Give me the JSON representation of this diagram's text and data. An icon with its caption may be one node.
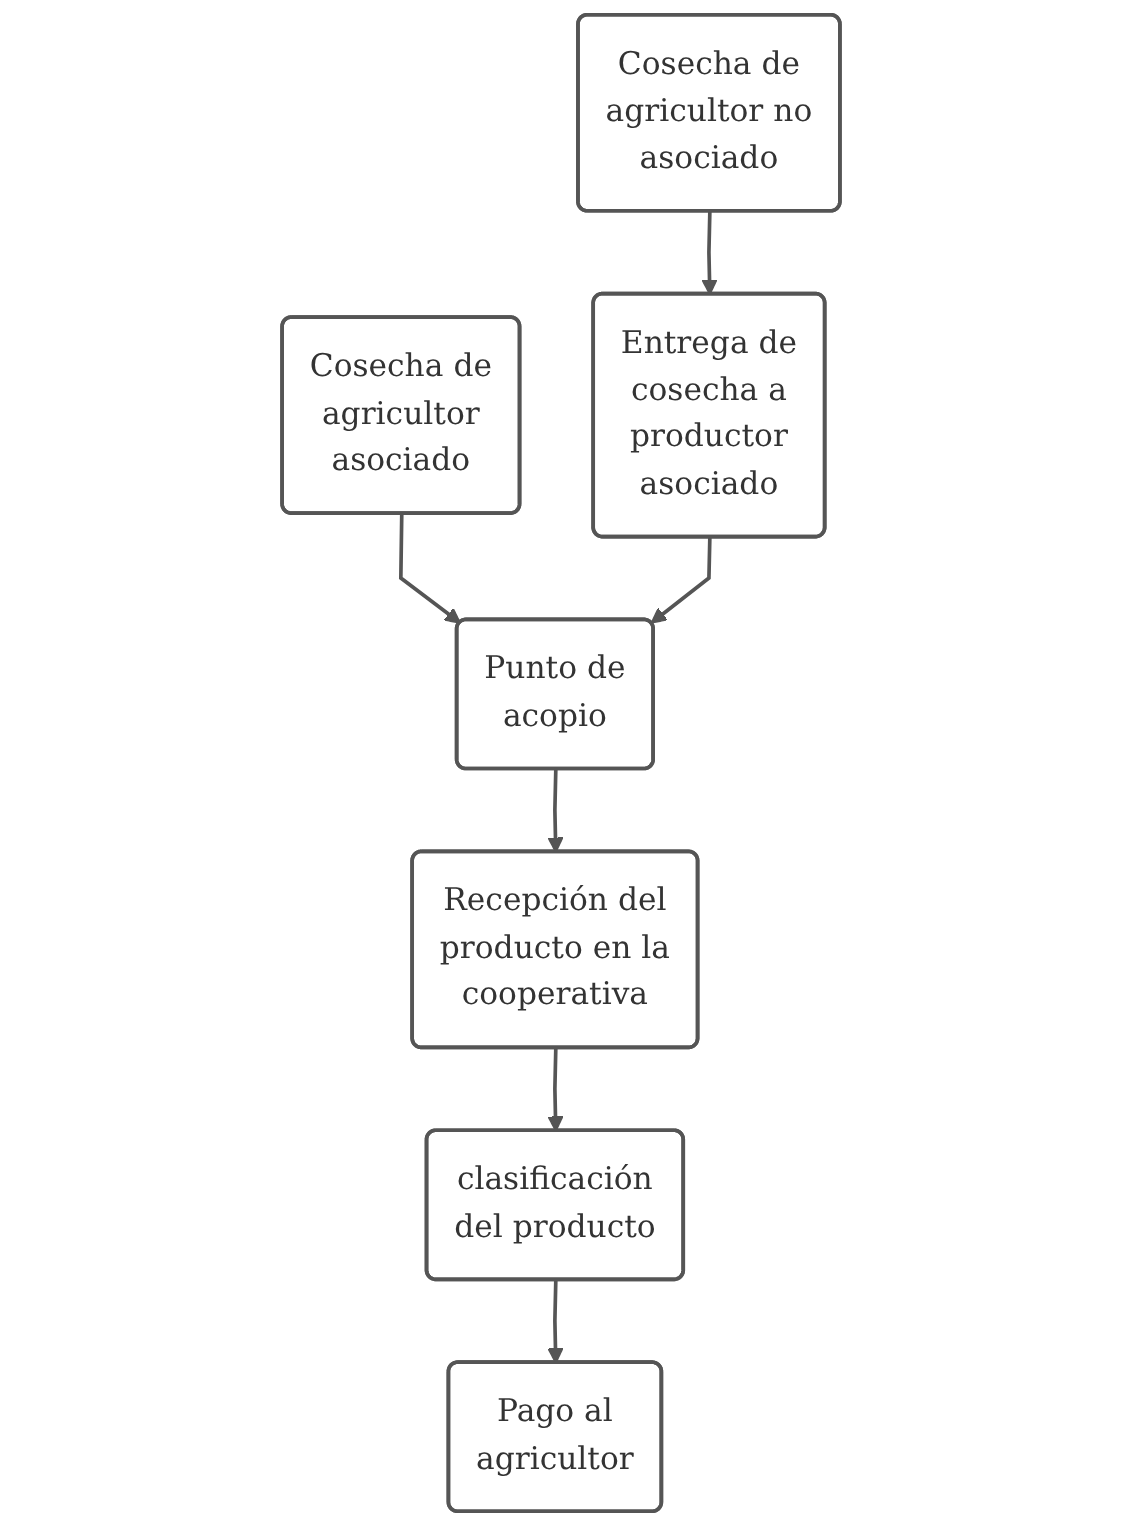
{
  "diagram": {
    "nodes": [
      {
        "text": [
          "Cosecha de agricultor asociado"
        ]
      },
      {
        "text": [
          "Cosecha de agricultor no asociado"
        ]
      },
      {
        "text": [
          "Punto de acopio"
        ]
      },
      {
        "text": [
          "Entrega de cosecha a productor asociado"
        ]
      },
      {
        "text": [
          "Recepción del producto en la cooperativa"
        ]
      },
      {
        "text": [
          "clasificación del producto"
        ]
      },
      {
        "text": [
          "Pago al agricultor"
        ]
      }
    ],
    "edges": [
      {
        "from": 0,
        "to": 2,
        "arrow": "to"
      },
      {
        "from": 1,
        "to": 3,
        "arrow": "to"
      },
      {
        "from": 3,
        "to": 2,
        "arrow": "to"
      },
      {
        "from": 2,
        "to": 4,
        "arrow": "to"
      },
      {
        "from": 4,
        "to": 5,
        "arrow": "to"
      },
      {
        "from": 5,
        "to": 6,
        "arrow": "to"
      }
    ]
  }
}
